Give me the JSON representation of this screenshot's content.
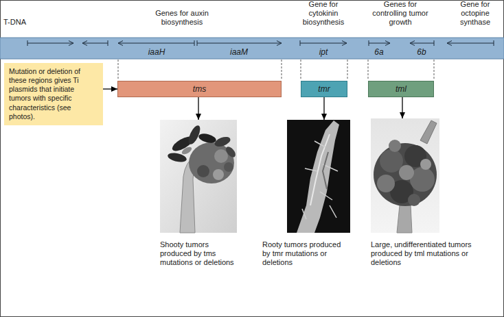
{
  "diagram": {
    "nodes": [
      {
        "text": [
          "T-DNA",
          "iaaH",
          "iaaM",
          "ipt",
          "6a",
          "6b"
        ]
      },
      {
        "text": [
          "Mutation or deletion of these regions gives Ti plasmids that initiate tumors with specific characteristics (see photos)."
        ]
      },
      {
        "text": [
          "tms"
        ]
      },
      {
        "text": [
          "tmr"
        ]
      },
      {
        "text": [
          "tml"
        ]
      },
      {
        "text": [
          "Shooty tumors produced by tms mutations or deletions"
        ]
      },
      {
        "text": [
          "Rooty tumors produced by tmr mutations or deletions"
        ]
      },
      {
        "text": [
          "Large, undifferentiated tumors produced by tml mutations or deletions"
        ]
      }
    ],
    "edges": [
      {
        "from": 1,
        "to": 2,
        "arrow": "to"
      },
      {
        "from": 2,
        "to": 5,
        "arrow": "to"
      },
      {
        "from": 3,
        "to": 6,
        "arrow": "to"
      },
      {
        "from": 4,
        "to": 7,
        "arrow": "to"
      }
    ],
    "labels": [
      "Genes for auxin biosynthesis",
      "Gene for cytokinin biosynthesis",
      "Genes for controlling tumor growth",
      "Gene for octopine synthase"
    ]
  }
}
